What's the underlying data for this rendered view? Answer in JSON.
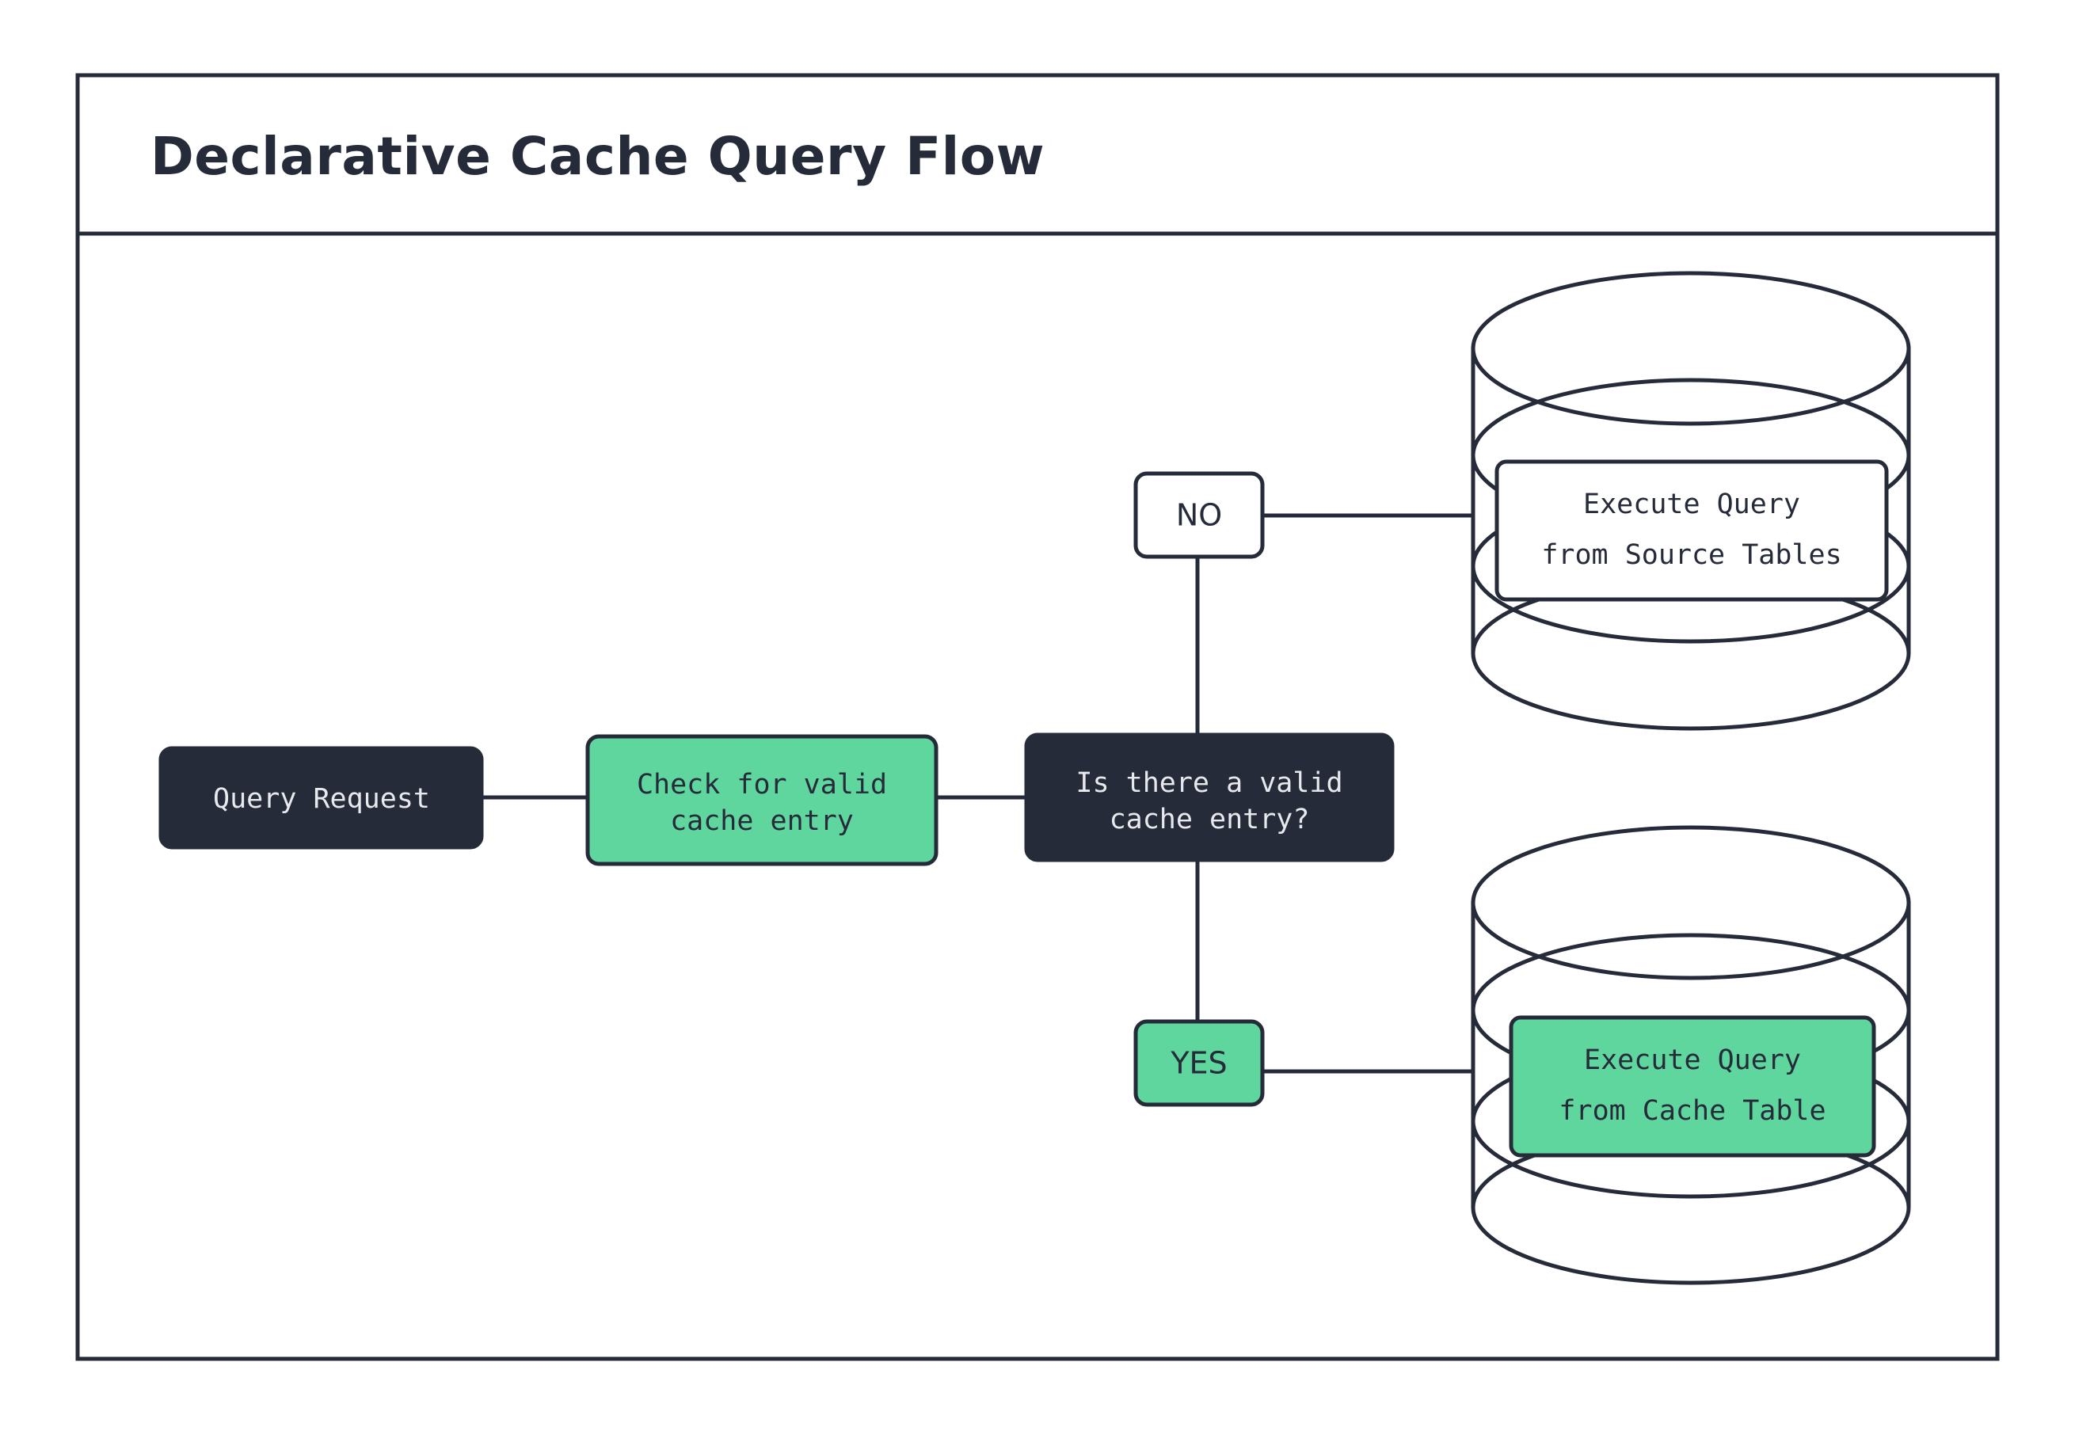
{
  "page": {
    "background_color": "#ffffff",
    "frame_border_color": "#262B3A"
  },
  "header": {
    "title": "Declarative Cache Query Flow"
  },
  "palette": {
    "dark": "#262B3A",
    "green": "#5FD69E",
    "white": "#ffffff",
    "text_on_dark": "#E8E9ED",
    "text_on_light": "#262B3A"
  },
  "diagram": {
    "type": "flowchart",
    "nodes": [
      {
        "id": "query-request",
        "label_lines": [
          "Query Request"
        ],
        "style": "dark",
        "shape": "rounded-rect"
      },
      {
        "id": "check-cache",
        "label_lines": [
          "Check for valid",
          "cache entry"
        ],
        "style": "green",
        "shape": "rounded-rect"
      },
      {
        "id": "decision-valid-cache",
        "label_lines": [
          "Is there a valid",
          "cache entry?"
        ],
        "style": "dark",
        "shape": "rounded-rect"
      },
      {
        "id": "branch-no",
        "label_lines": [
          "NO"
        ],
        "style": "white",
        "shape": "rounded-rect"
      },
      {
        "id": "branch-yes",
        "label_lines": [
          "YES"
        ],
        "style": "green",
        "shape": "rounded-rect"
      },
      {
        "id": "source-tables-db",
        "label_lines": [
          "Execute Query",
          "from Source Tables"
        ],
        "style": "white",
        "shape": "cylinder-database"
      },
      {
        "id": "cache-table-db",
        "label_lines": [
          "Execute Query",
          "from Cache Table"
        ],
        "style": "green",
        "shape": "cylinder-database"
      }
    ],
    "edges": [
      {
        "from": "query-request",
        "to": "check-cache"
      },
      {
        "from": "check-cache",
        "to": "decision-valid-cache"
      },
      {
        "from": "decision-valid-cache",
        "to": "branch-no"
      },
      {
        "from": "branch-no",
        "to": "source-tables-db"
      },
      {
        "from": "decision-valid-cache",
        "to": "branch-yes"
      },
      {
        "from": "branch-yes",
        "to": "cache-table-db"
      }
    ]
  },
  "labels": {
    "query_request": "Query Request",
    "check_cache_line1": "Check for valid",
    "check_cache_line2": "cache entry",
    "decision_line1": "Is there a valid",
    "decision_line2": "cache entry?",
    "branch_no": "NO",
    "branch_yes": "YES",
    "source_db_line1": "Execute Query",
    "source_db_line2": "from Source Tables",
    "cache_db_line1": "Execute Query",
    "cache_db_line2": "from Cache Table"
  }
}
